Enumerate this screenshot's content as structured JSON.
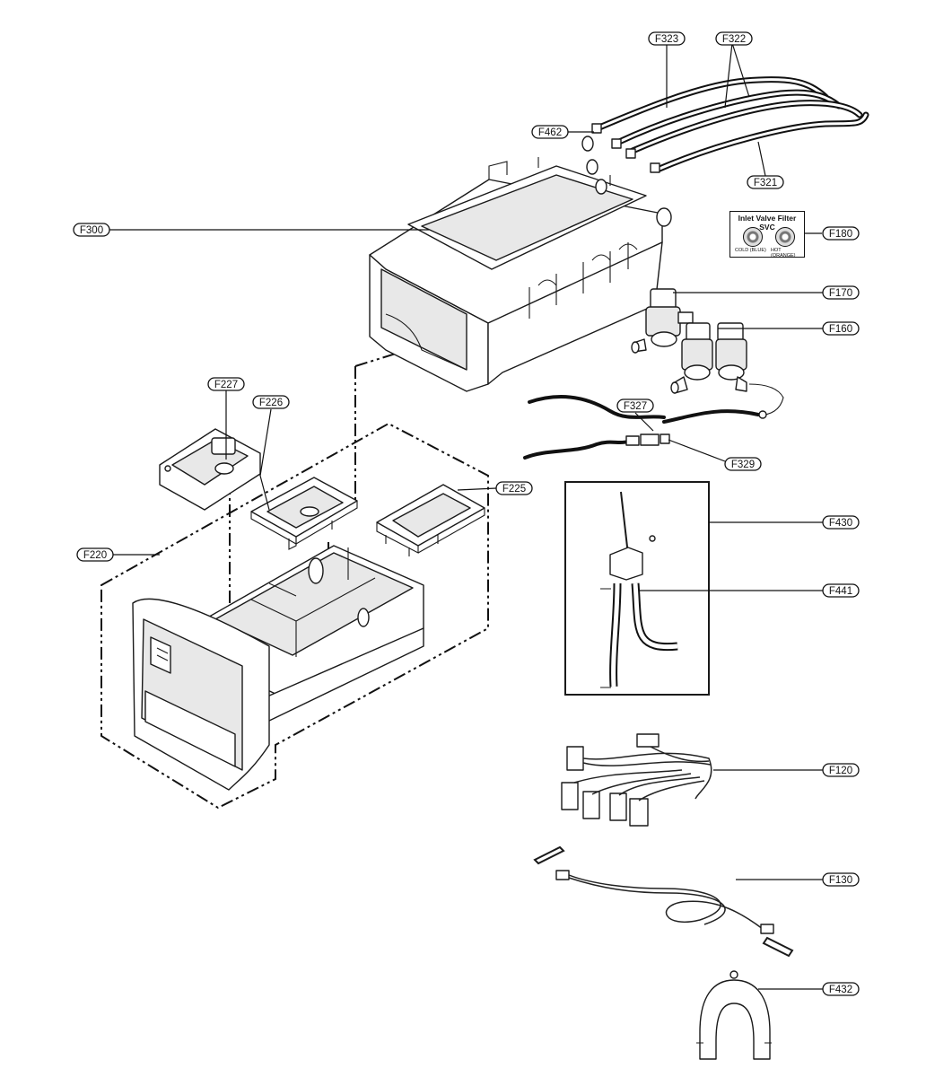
{
  "callouts": [
    {
      "id": "F323",
      "label": "F323"
    },
    {
      "id": "F322",
      "label": "F322"
    },
    {
      "id": "F462",
      "label": "F462"
    },
    {
      "id": "F321",
      "label": "F321"
    },
    {
      "id": "F300",
      "label": "F300"
    },
    {
      "id": "F180",
      "label": "F180"
    },
    {
      "id": "F170",
      "label": "F170"
    },
    {
      "id": "F160",
      "label": "F160"
    },
    {
      "id": "F227",
      "label": "F227"
    },
    {
      "id": "F226",
      "label": "F226"
    },
    {
      "id": "F327",
      "label": "F327"
    },
    {
      "id": "F329",
      "label": "F329"
    },
    {
      "id": "F225",
      "label": "F225"
    },
    {
      "id": "F220",
      "label": "F220"
    },
    {
      "id": "F430",
      "label": "F430"
    },
    {
      "id": "F441",
      "label": "F441"
    },
    {
      "id": "F120",
      "label": "F120"
    },
    {
      "id": "F130",
      "label": "F130"
    },
    {
      "id": "F432",
      "label": "F432"
    }
  ],
  "filter_kit": {
    "title": "Inlet Valve Filter SVC",
    "cold_label": "COLD (BLUE)",
    "hot_label": "HOT (ORANGE)"
  }
}
